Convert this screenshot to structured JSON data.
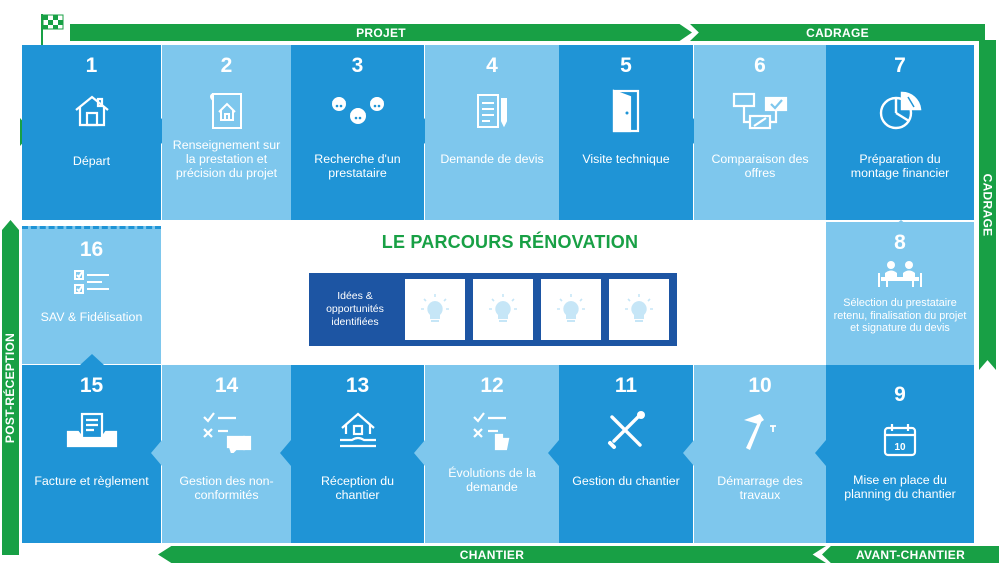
{
  "bands": {
    "projet": "PROJET",
    "cadrage_top": "CADRAGE",
    "cadrage_right": "CADRAGE",
    "post_reception": "POST-RÉCEPTION",
    "chantier": "CHANTIER",
    "avant_chantier": "AVANT-CHANTIER"
  },
  "title": "LE PARCOURS RÉNOVATION",
  "ideas": {
    "label": "Idées & opportunités identifiées",
    "count": 4
  },
  "steps": [
    {
      "num": "1",
      "label": "Départ",
      "icon": "house-icon"
    },
    {
      "num": "2",
      "label": "Renseignement sur la prestation et précision du projet",
      "icon": "house-plan-icon"
    },
    {
      "num": "3",
      "label": "Recherche d'un prestataire",
      "icon": "workers-helmets-icon"
    },
    {
      "num": "4",
      "label": "Demande de devis",
      "icon": "document-pen-icon"
    },
    {
      "num": "5",
      "label": "Visite technique",
      "icon": "door-icon"
    },
    {
      "num": "6",
      "label": "Comparaison des offres",
      "icon": "comparison-checklist-icon"
    },
    {
      "num": "7",
      "label": "Préparation du montage financier",
      "icon": "pie-chart-icon"
    },
    {
      "num": "8",
      "label": "Sélection du prestataire retenu, finalisation du projet et signature du devis",
      "icon": "meeting-table-icon"
    },
    {
      "num": "9",
      "label": "Mise en place du planning du chantier",
      "icon": "calendar-icon"
    },
    {
      "num": "10",
      "label": "Démarrage des travaux",
      "icon": "hammer-icon"
    },
    {
      "num": "11",
      "label": "Gestion du chantier",
      "icon": "tools-icon"
    },
    {
      "num": "12",
      "label": "Évolutions de la demande",
      "icon": "checklist-hand-icon"
    },
    {
      "num": "13",
      "label": "Réception du chantier",
      "icon": "house-hand-icon"
    },
    {
      "num": "14",
      "label": "Gestion des non-conformités",
      "icon": "checklist-thumbs-down-icon"
    },
    {
      "num": "15",
      "label": "Facture et règlement",
      "icon": "invoice-hands-icon"
    },
    {
      "num": "16",
      "label": "SAV & Fidélisation",
      "icon": "checklist-icon"
    }
  ],
  "colors": {
    "green": "#18a045",
    "dark_blue": "#1f94d6",
    "light_blue": "#7ec7ed",
    "navy": "#1d55a3"
  }
}
